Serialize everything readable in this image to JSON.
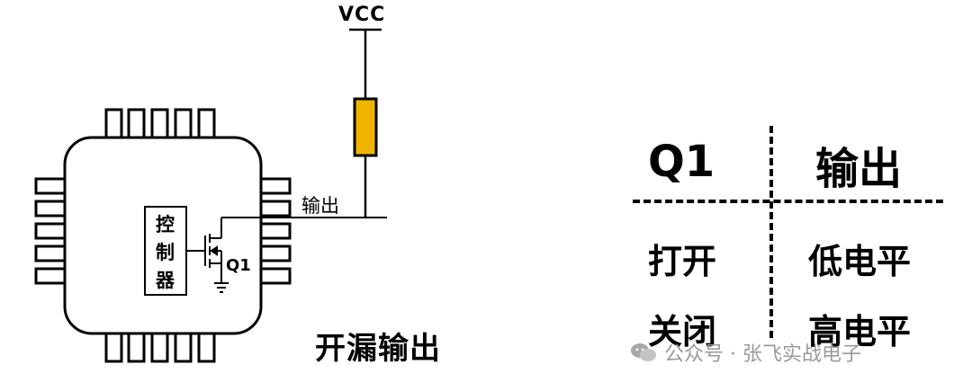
{
  "circuit": {
    "vcc_label": "VCC",
    "output_label": "输出",
    "controller_chars": [
      "控",
      "制",
      "器"
    ],
    "transistor_label": "Q1",
    "caption": "开漏输出",
    "resistor_color": "#F0B400"
  },
  "truth_table": {
    "header": {
      "q1": "Q1",
      "output": "输出"
    },
    "rows": [
      {
        "q1": "打开",
        "output": "低电平"
      },
      {
        "q1": "关闭",
        "output": "高电平"
      }
    ]
  },
  "watermark": {
    "text": "公众号 · 张飞实战电子",
    "icon": "wechat-icon"
  }
}
